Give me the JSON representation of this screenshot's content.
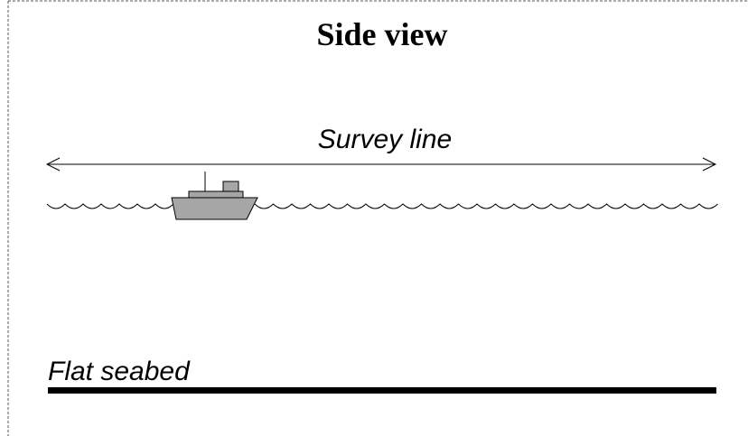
{
  "diagram": {
    "title": "Side view",
    "survey_line_label": "Survey line",
    "seabed_label": "Flat seabed"
  },
  "colors": {
    "ship_fill": "#a6a6a6",
    "ship_stroke": "#000000",
    "line": "#000000",
    "frame_border": "#555555"
  },
  "icons": {
    "ship": "ship-icon"
  }
}
